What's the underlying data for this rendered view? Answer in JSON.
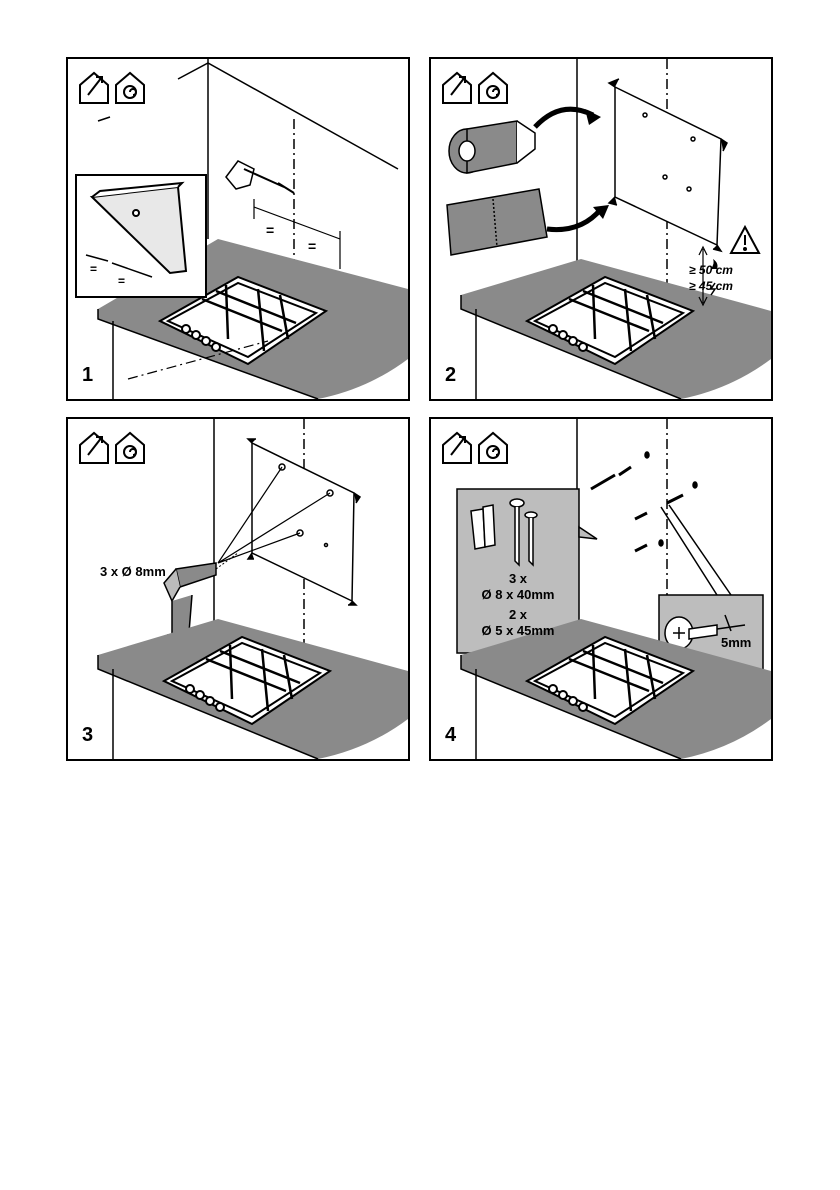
{
  "steps": [
    {
      "number": "1"
    },
    {
      "number": "2",
      "clearance_gas": "≥ 50 cm",
      "clearance_electric": "≥ 45 cm"
    },
    {
      "number": "3",
      "drill_label": "3 x Ø 8mm"
    },
    {
      "number": "4",
      "kit_qty_1": "3 x",
      "kit_size_1": "Ø 8 x 40mm",
      "kit_qty_2": "2 x",
      "kit_size_2": "Ø 5 x 45mm",
      "gap_label": "5mm"
    }
  ],
  "icons": [
    "house-exhaust-icon",
    "house-recirculation-icon",
    "warning-icon",
    "gas-flame-icon",
    "electric-icon"
  ],
  "colors": {
    "counter": "#8a8a8a",
    "kit_bg": "#bdbdbd",
    "line": "#000000"
  }
}
